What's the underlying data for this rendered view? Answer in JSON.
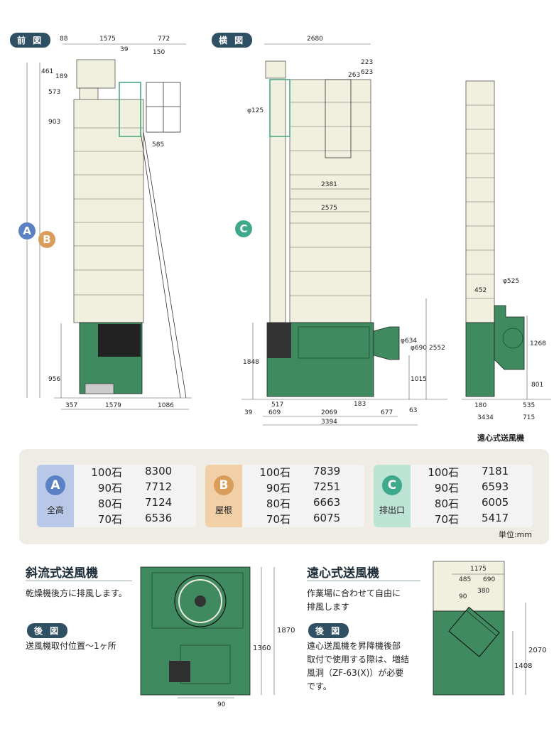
{
  "front_view": {
    "label": "前 図",
    "dims_top": [
      "88",
      "1575",
      "39",
      "772",
      "150"
    ],
    "dims_left": [
      "461",
      "189",
      "573",
      "903"
    ],
    "dim_585": "585",
    "dim_956": "956",
    "dims_bottom": [
      "357",
      "1579",
      "1086"
    ]
  },
  "side_view": {
    "label": "横 図",
    "dim_top": "2680",
    "dims_top_right": [
      "223",
      "263",
      "623"
    ],
    "dim_phi125": "φ125",
    "dim_2381": "2381",
    "dim_2575": "2575",
    "dim_1848": "1848",
    "dim_phi634": "φ634",
    "dim_phi690": "φ690",
    "dim_2552": "2552",
    "dim_1015": "1015",
    "dims_bottom_1": [
      "517",
      "183"
    ],
    "dims_bottom_2": [
      "39",
      "609",
      "2069",
      "677",
      "63"
    ],
    "dim_3394": "3394"
  },
  "centrifugal_side": {
    "dim_452": "452",
    "dim_phi525": "φ525",
    "dim_1268": "1268",
    "dim_801": "801",
    "dims_bottom": [
      "180",
      "535"
    ],
    "dims_bottom_2": [
      "3434",
      "715"
    ],
    "caption": "遠心式送風機"
  },
  "specs": {
    "unit": "単位:mm",
    "groups": [
      {
        "letter": "A",
        "name": "全高",
        "color": "#5b80c4",
        "bg": "#b8c8e6",
        "rows": [
          [
            "100石",
            "8300"
          ],
          [
            "90石",
            "7712"
          ],
          [
            "80石",
            "7124"
          ],
          [
            "70石",
            "6536"
          ]
        ]
      },
      {
        "letter": "B",
        "name": "屋根",
        "color": "#d99c5a",
        "bg": "#f1cfa7",
        "rows": [
          [
            "100石",
            "7839"
          ],
          [
            "90石",
            "7251"
          ],
          [
            "80石",
            "6663"
          ],
          [
            "70石",
            "6075"
          ]
        ]
      },
      {
        "letter": "C",
        "name": "排出口",
        "color": "#3fa98c",
        "bg": "#bde3d5",
        "rows": [
          [
            "100石",
            "7181"
          ],
          [
            "90石",
            "6593"
          ],
          [
            "80石",
            "6005"
          ],
          [
            "70石",
            "5417"
          ]
        ]
      }
    ]
  },
  "mixed_flow": {
    "title": "斜流式送風機",
    "text1": "乾燥機後方に排風します。",
    "rear_label": "後 図",
    "text2": "送風機取付位置〜1ヶ所",
    "dim_1870": "1870",
    "dim_1360": "1360",
    "dim_90": "90"
  },
  "centrifugal": {
    "title": "遠心式送風機",
    "text1_line1": "作業場に合わせて自由に",
    "text1_line2": "排風します",
    "rear_label": "後 図",
    "text2_line1": "遠心送風機を昇降機後部",
    "text2_line2": "取付で使用する際は、増結",
    "text2_line3": "風洞（ZF-63(X)）が必要",
    "text2_line4": "です。",
    "dim_1175": "1175",
    "dim_485": "485",
    "dim_690": "690",
    "dim_90": "90",
    "dim_380": "380",
    "dim_2070": "2070",
    "dim_1408": "1408"
  },
  "colors": {
    "green": "#3f8a5e",
    "cream": "#f1efdd",
    "navy": "#2f4f63"
  }
}
